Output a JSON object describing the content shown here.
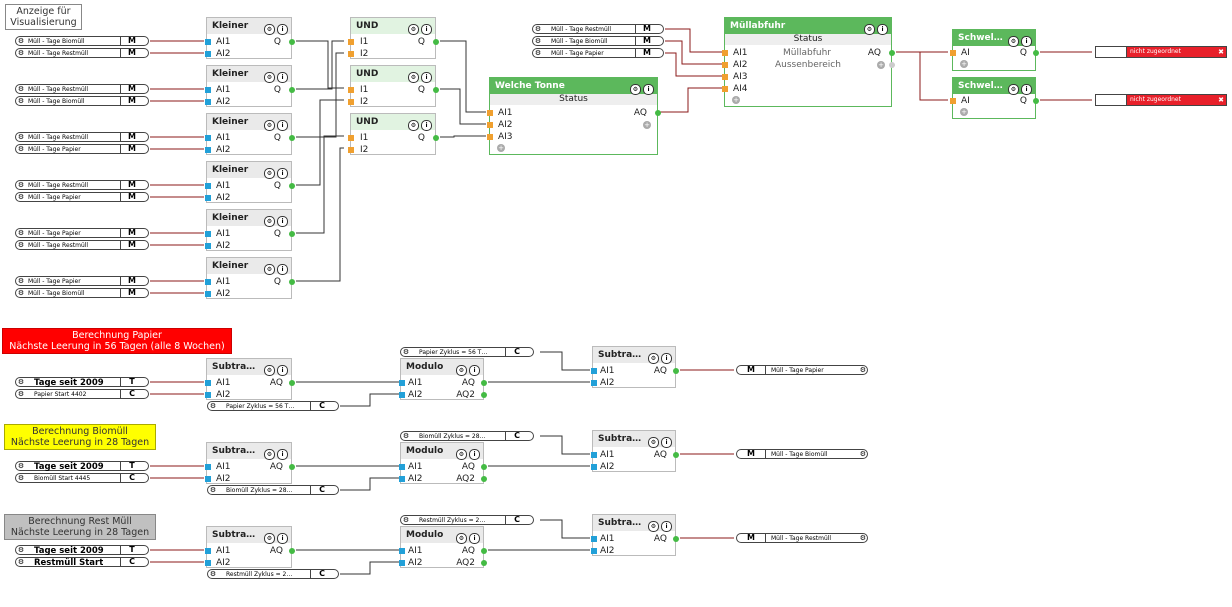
{
  "comments": {
    "vis": "Anzeige für\nVisualisierung",
    "papier": "Berechnung Papier\nNächste Leerung in 56 Tagen (alle 8 Wochen)",
    "bio": "Berechnung Biomüll\nNächste Leerung in 28 Tagen",
    "rest": "Berechnung Rest Müll\nNächste Leerung in 28 Tagen"
  },
  "inputs": {
    "bio": "Müll - Tage Biomüll",
    "rest": "Müll - Tage Restmüll",
    "papier": "Müll - Tage Papier",
    "type_m": "M",
    "type_t": "T",
    "type_c": "C",
    "tage2009": "Tage seit 2009",
    "papier_start": "Papier Start 4402",
    "bio_start": "Biomüll Start 4445",
    "rest_start": "Restmüll Start",
    "papier_zyklus": "Papier Zyklus = 56 T…",
    "bio_zyklus": "Biomüll Zyklus = 28…",
    "rest_zyklus": "Restmüll Zyklus = 2…"
  },
  "blocks": {
    "kleiner": "Kleiner",
    "und": "UND",
    "welche": "Welche Tonne",
    "status": "Status",
    "muell": "Müllabfuhr",
    "muell_sub1": "Müllabfuhr",
    "muell_sub2": "Aussenbereich",
    "schwel": "Schwel…",
    "subtra": "Subtra…",
    "modulo": "Modulo"
  },
  "ports": {
    "ai1": "AI1",
    "ai2": "AI2",
    "ai3": "AI3",
    "ai4": "AI4",
    "i1": "I1",
    "i2": "I2",
    "q": "Q",
    "aq": "AQ",
    "aq2": "AQ2",
    "ai": "AI"
  },
  "outputs": {
    "nicht": "nicht zugeordnet",
    "papier": "Müll - Tage Papier",
    "bio": "Müll - Tage Biomüll",
    "rest": "Müll - Tage Restmüll"
  },
  "icons": {
    "gear": "⚙",
    "info": "i",
    "plus": "+",
    "close": "✖"
  },
  "colors": {
    "green": "#5cb85c",
    "wire": "#333333",
    "wire_red": "#8b1a1a",
    "pin_in": "#22a0d8",
    "pin_in_orange": "#f0a030",
    "pin_out": "#44bb44"
  }
}
